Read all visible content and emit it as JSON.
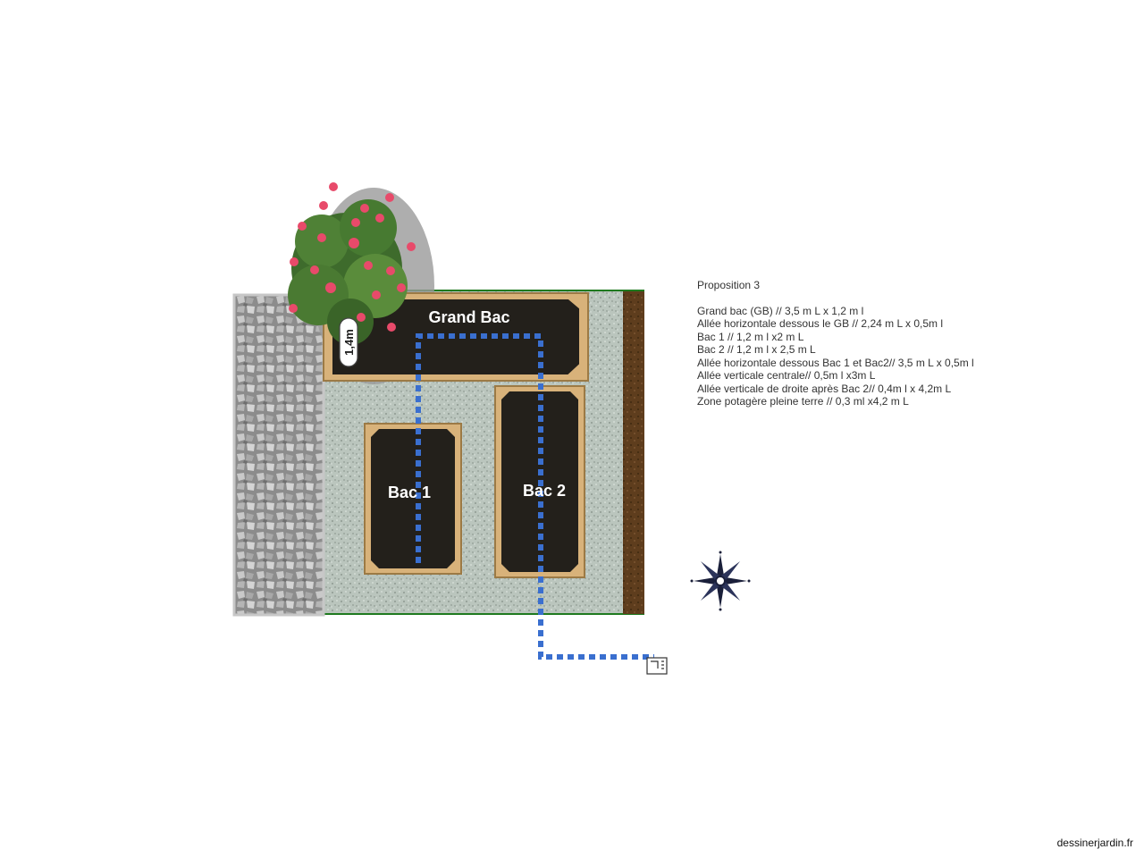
{
  "plan": {
    "labels": {
      "grand_bac": "Grand Bac",
      "bac1": "Bac 1",
      "bac2": "Bac 2",
      "dimension": "1,4m"
    }
  },
  "legend": {
    "title": "Proposition 3",
    "lines": [
      "Grand bac (GB) // 3,5 m L x 1,2 m l",
      "Allée horizontale dessous le GB // 2,24 m L x 0,5m l",
      "Bac 1 // 1,2 m l x2 m L",
      "Bac 2 // 1,2 m l x 2,5 m L",
      "Allée horizontale dessous Bac 1 et Bac2// 3,5 m L x 0,5m l",
      "Allée verticale centrale// 0,5m l x3m L",
      "Allée verticale de droite après Bac 2// 0,4m l x 4,2m L",
      "Zone potagère pleine terre // 0,3 ml x4,2 m L"
    ]
  },
  "credit": "dessinerjardin.fr",
  "icons": {
    "compass": "compass-rose-icon",
    "tap": "water-tap-icon",
    "rose_bush": "rose-bush-icon"
  },
  "colors": {
    "path_gravel": "#b9c4bc",
    "stone_wall": "#9e9e9e",
    "soil": "#23201b",
    "wood": "#d8b27a",
    "border_green": "#1f7a1f",
    "earth_strip": "#5a3a1c",
    "irrigation": "#3a6fcf"
  }
}
